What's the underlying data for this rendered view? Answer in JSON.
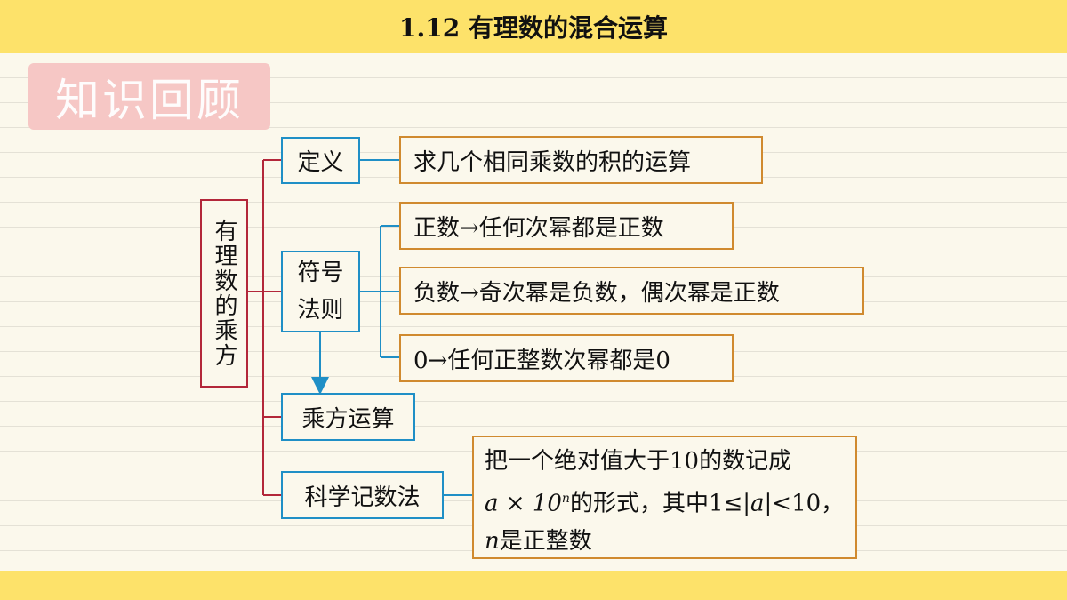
{
  "header": {
    "title": "1.12 有理数的混合运算"
  },
  "badge": {
    "label": "知识回顾"
  },
  "diagram": {
    "root": "有理数的乘方",
    "definition": {
      "label": "定义",
      "content": "求几个相同乘数的积的运算"
    },
    "sign_rule": {
      "label_line1": "符号",
      "label_line2": "法则",
      "rules": [
        "正数→任何次幂都是正数",
        "负数→奇次幂是负数，偶次幂是正数",
        "0→任何正整数次幂都是0"
      ]
    },
    "operation": {
      "label": "乘方运算"
    },
    "scientific": {
      "label": "科学记数法",
      "line1": "把一个绝对值大于10的数记成",
      "line2_prefix": "a × 10",
      "line2_exp": "n",
      "line2_mid": "的形式，其中1≤|",
      "line2_var": "a",
      "line2_suffix": "|<10，",
      "line3_var": "n",
      "line3_suffix": "是正整数"
    }
  },
  "colors": {
    "root_border": "#b3273a",
    "blue": "#1f8fc6",
    "orange": "#d08a2f",
    "bar": "#fde26a",
    "badge": "#f6c7c5"
  }
}
